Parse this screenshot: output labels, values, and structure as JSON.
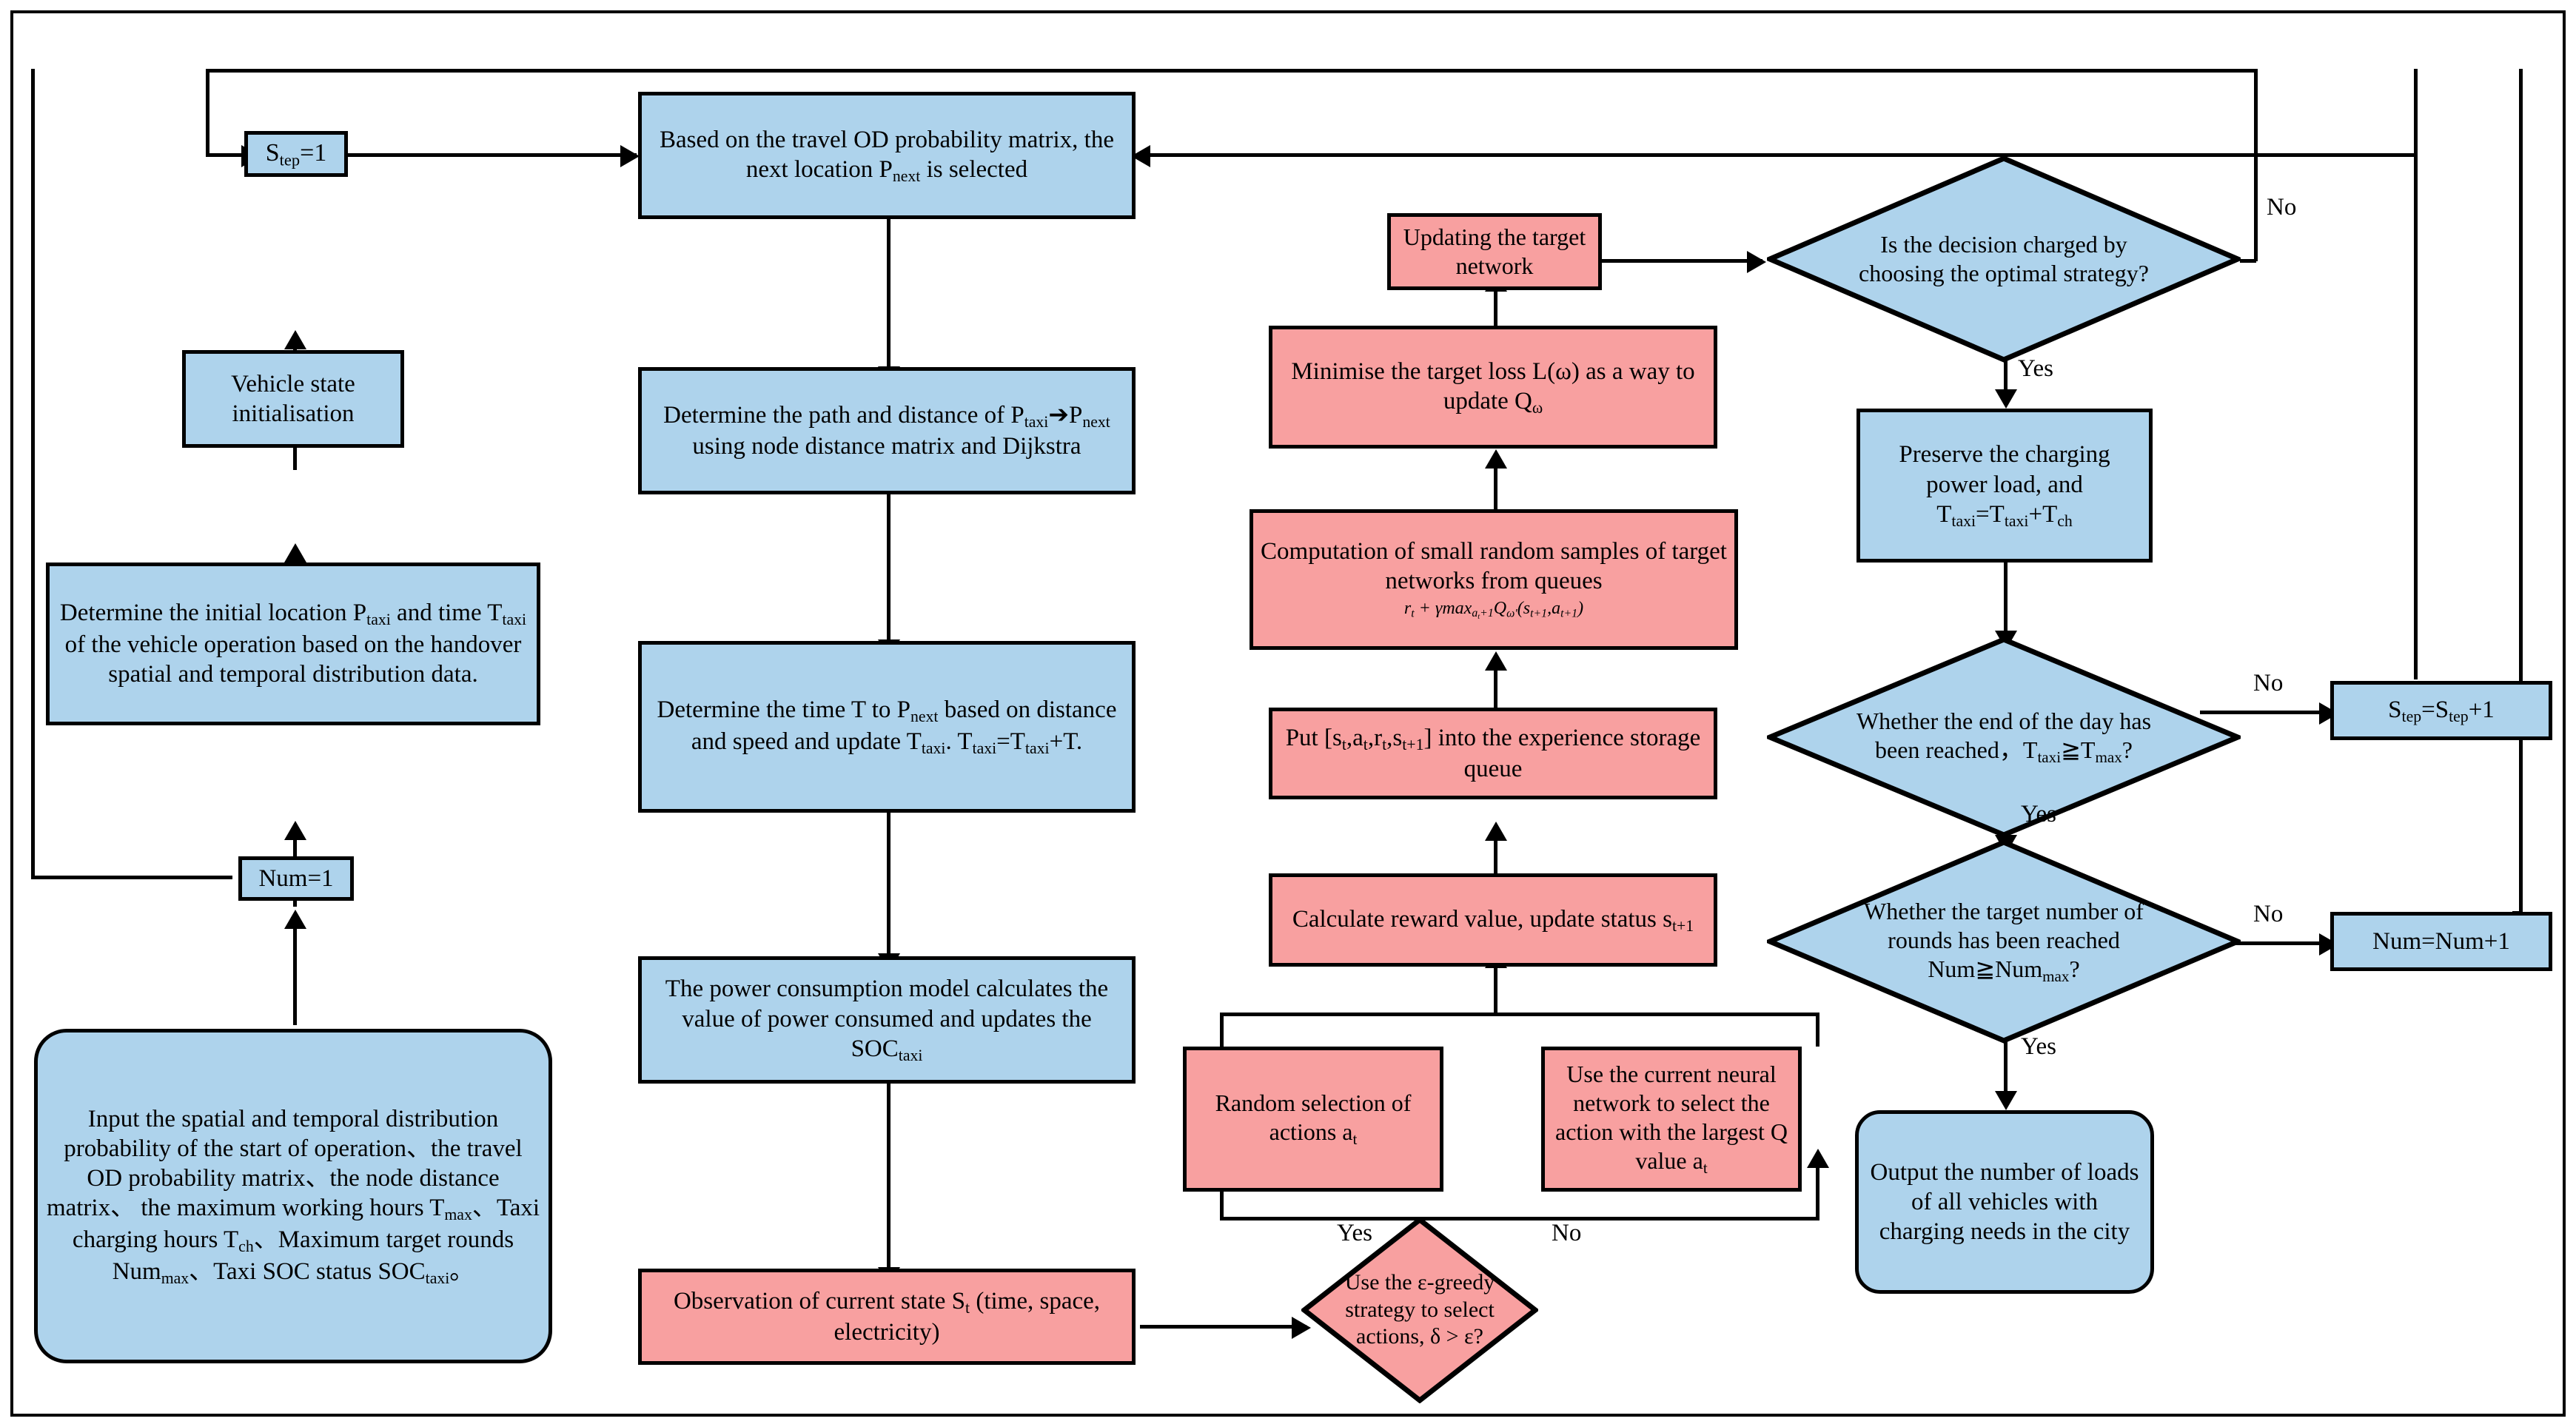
{
  "meta": {
    "title": "EV taxi charging-load simulation / DQN training flowchart",
    "colors": {
      "blue_fill": "#aed3ec",
      "red_fill": "#f8a0a0",
      "stroke": "#000000",
      "background": "#ffffff"
    }
  },
  "nodes": {
    "step_init": {
      "label": "S<sub>tep</sub>=1",
      "shape": "rect",
      "color": "blue"
    },
    "vehicle_state": {
      "label": "Vehicle state<br>initialisation",
      "shape": "rect",
      "color": "blue"
    },
    "determine_init": {
      "label": "Determine the initial location P<sub>taxi</sub> and time T<sub>taxi</sub> of the vehicle operation based on the handover spatial and temporal distribution data.",
      "shape": "rect",
      "color": "blue"
    },
    "num_init": {
      "label": "Num=1",
      "shape": "rect",
      "color": "blue"
    },
    "input_data": {
      "label": "Input the spatial and temporal distribution probability of the start of operation、the travel OD probability matrix、the node distance matrix、 the maximum working hours T<sub>max</sub>、Taxi charging hours T<sub>ch</sub>、Maximum target rounds Num<sub>max</sub>、Taxi SOC status SOC<sub>taxi</sub>。",
      "shape": "rounded",
      "color": "blue"
    },
    "next_location": {
      "label": "Based on the travel OD probability matrix, the next location P<sub>next</sub> is selected",
      "shape": "rect",
      "color": "blue"
    },
    "path_distance": {
      "label": "Determine the path and distance of P<sub>taxi</sub>&#10132;P<sub>next</sub> using node distance matrix and Dijkstra",
      "shape": "rect",
      "color": "blue"
    },
    "time_update": {
      "label": "Determine the time T to P<sub>next</sub> based on distance and speed and update T<sub>taxi</sub>. T<sub>taxi</sub>=T<sub>taxi</sub>+T.",
      "shape": "rect",
      "color": "blue"
    },
    "power_model": {
      "label": "The power consumption model calculates the value of power consumed and updates the SOC<sub>taxi</sub>",
      "shape": "rect",
      "color": "blue"
    },
    "observation": {
      "label": "Observation of current state S<sub>t</sub> (time, space, electricity)",
      "shape": "rect",
      "color": "red"
    },
    "epsilon_greedy": {
      "label": "Use the &#949;-greedy strategy to select actions, &#948; &gt; &#949;?",
      "shape": "diamond",
      "color": "red"
    },
    "random_action": {
      "label": "Random selection of actions a<sub>t</sub>",
      "shape": "rect",
      "color": "red"
    },
    "network_action": {
      "label": "Use the current neural network to select the action with the largest Q value a<sub>t</sub>",
      "shape": "rect",
      "color": "red"
    },
    "reward": {
      "label": "Calculate reward value, update status s<sub>t+1</sub>",
      "shape": "rect",
      "color": "red"
    },
    "experience": {
      "label": "Put [s<sub>t</sub>,a<sub>t</sub>,r<sub>t</sub>,s<sub>t+1</sub>] into the experience storage queue",
      "shape": "rect",
      "color": "red"
    },
    "sampling": {
      "label": "Computation of small random samples of target networks from queues",
      "formula": "r<sub>t</sub> + &#947;max<sub>a<sub>t</sub>+1</sub>Q<sub>&#969;&#8242;</sub>(s<sub>t+1</sub>,a<sub>t+1</sub>)",
      "shape": "rect",
      "color": "red"
    },
    "minimise_loss": {
      "label": "Minimise the target loss L(&#969;) as a way to update Q<sub>&#969;</sub>",
      "shape": "rect",
      "color": "red"
    },
    "update_target": {
      "label": "Updating the target network",
      "shape": "rect",
      "color": "red"
    },
    "decision_charge": {
      "label": "Is the decision charged by choosing the optimal strategy?",
      "shape": "diamond",
      "color": "blue"
    },
    "preserve_load": {
      "label": "Preserve the charging power load, and T<sub>taxi</sub>=T<sub>taxi</sub>+T<sub>ch</sub>",
      "shape": "rect",
      "color": "blue"
    },
    "end_of_day": {
      "label": "Whether the end of the day has been reached，T<sub>taxi</sub>&#8807;T<sub>max</sub>?",
      "shape": "diamond",
      "color": "blue"
    },
    "step_increment": {
      "label": "S<sub>tep</sub>=S<sub>tep</sub>+1",
      "shape": "rect",
      "color": "blue"
    },
    "target_rounds": {
      "label": "Whether the target number of rounds has been reached Num&#8807;Num<sub>max</sub>?",
      "shape": "diamond",
      "color": "blue"
    },
    "num_increment": {
      "label": "Num=Num+1",
      "shape": "rect",
      "color": "blue"
    },
    "output_result": {
      "label": "Output the number of loads of all vehicles with charging needs in the city",
      "shape": "rounded",
      "color": "blue"
    }
  },
  "edge_labels": {
    "decision_no": "No",
    "decision_yes": "Yes",
    "end_of_day_no": "No",
    "end_of_day_yes": "Yes",
    "target_rounds_no": "No",
    "target_rounds_yes": "Yes",
    "greedy_yes": "Yes",
    "greedy_no": "No"
  }
}
